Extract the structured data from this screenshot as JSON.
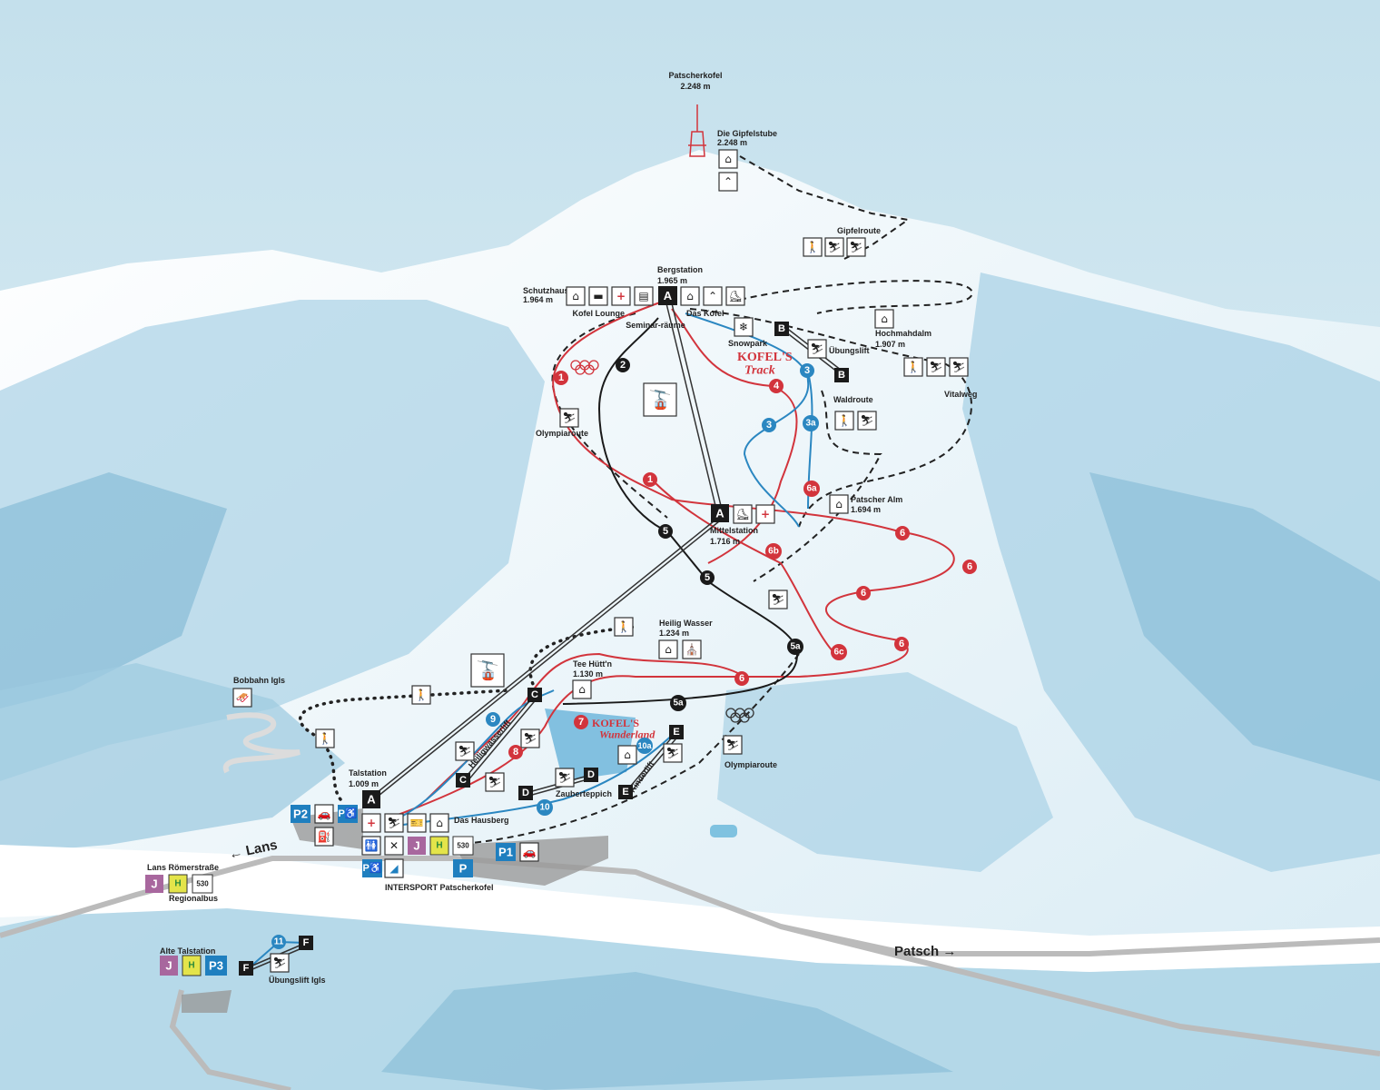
{
  "colors": {
    "red_piste": "#d2343c",
    "blue_piste": "#2b87c1",
    "black_piste": "#1a1a1a",
    "parking": "#1f7fbf",
    "bus_j": "#a8679e",
    "bus_h": "#e4e44a",
    "sky": "#cfe6f0",
    "snow": "#ffffff",
    "shade": "#8fc3dc"
  },
  "peak": {
    "name": "Patscherkofel",
    "elevation": "2.248 m"
  },
  "places": {
    "gipfelstube": {
      "name": "Die Gipfelstube",
      "elevation": "2.248 m"
    },
    "bergstation": {
      "name": "Bergstation",
      "elevation": "1.965 m"
    },
    "schutzhaus": {
      "name": "Schutzhaus",
      "elevation": "1.964 m"
    },
    "kofel_lounge": "Kofel Lounge",
    "seminarraeume": "Seminar-räume",
    "das_kofel": "Das Kofel",
    "snowpark": "Snowpark",
    "uebungslift": "Übungslift",
    "hochmahdalm": {
      "name": "Hochmahdalm",
      "elevation": "1.907 m"
    },
    "gipfelroute": "Gipfelroute",
    "vitalweg": "Vitalweg",
    "waldroute": "Waldroute",
    "olympiaroute_top": "Olympiaroute",
    "patscher_alm": {
      "name": "Patscher Alm",
      "elevation": "1.694 m"
    },
    "mittelstation": {
      "name": "Mittelstation",
      "elevation": "1.716 m"
    },
    "heilig_wasser": {
      "name": "Heilig Wasser",
      "elevation": "1.234 m"
    },
    "tee_huettn": {
      "name": "Tee Hütt'n",
      "elevation": "1.130 m"
    },
    "bobbahn": "Bobbahn Igls",
    "talstation": {
      "name": "Talstation",
      "elevation": "1.009 m"
    },
    "das_hausberg": "Das Hausberg",
    "heiligwasserlift": "Heiligwasserlift",
    "zauberteppich": "Zauberteppich",
    "kinderlift": "Kinderlift",
    "olympiaroute_bottom": "Olympiaroute",
    "intersport": "INTERSPORT Patscherkofel",
    "lans_roemerstrasse": "Lans Römerstraße",
    "regionalbus": "Regionalbus",
    "alte_talstation": "Alte Talstation",
    "uebungslift_igls": "Übungslift Igls",
    "kofels_track": "KOFEL'S Track",
    "kofels_wunderland": "KOFEL'S Wunderland"
  },
  "roads": {
    "lans": "← Lans",
    "patsch": "Patsch →"
  },
  "bus": {
    "j": "J",
    "h": "H",
    "line": "530"
  },
  "parking": {
    "p1": "P1",
    "p2": "P2",
    "p3": "P3",
    "p_disabled": "P♿",
    "p_bus": "P"
  },
  "pistes": {
    "red": [
      "1",
      "1",
      "4",
      "6",
      "6",
      "6",
      "6",
      "6",
      "6a",
      "6b",
      "6c",
      "7",
      "8"
    ],
    "black": [
      "2",
      "5",
      "5",
      "5a",
      "5a"
    ],
    "blue": [
      "3",
      "3",
      "3a",
      "9",
      "10",
      "10a",
      "11"
    ]
  },
  "lifts": [
    "A",
    "A",
    "A",
    "B",
    "B",
    "C",
    "C",
    "D",
    "D",
    "E",
    "E",
    "F",
    "F"
  ]
}
